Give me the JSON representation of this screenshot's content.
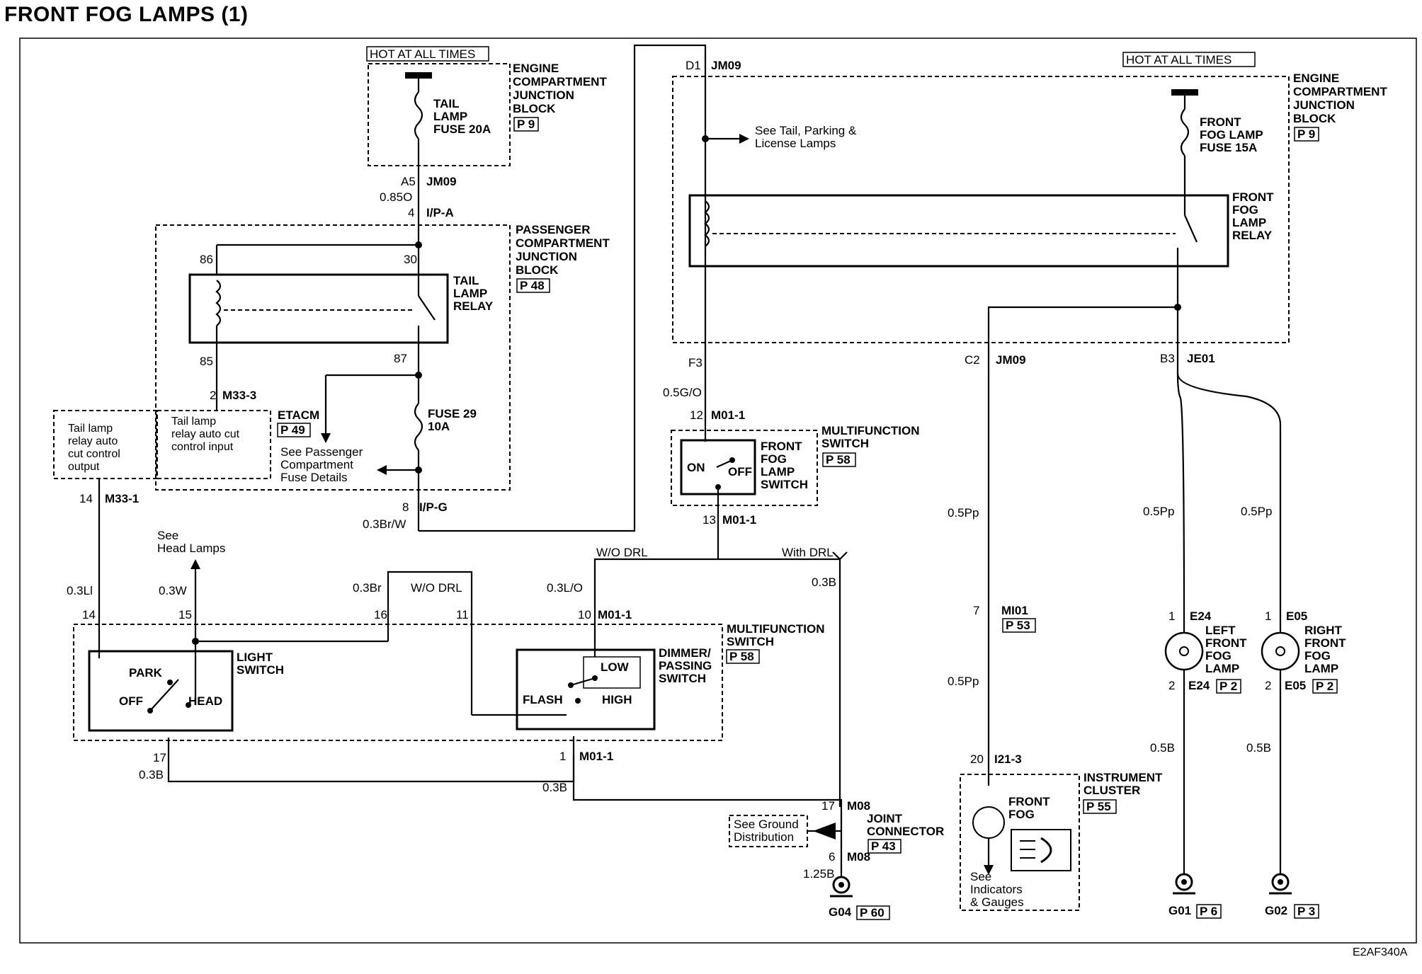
{
  "title": "FRONT FOG LAMPS (1)",
  "doc_code": "E2AF340A",
  "hot_at_all_times": "HOT AT ALL TIMES",
  "left_ecjb": {
    "label": [
      "ENGINE",
      "COMPARTMENT",
      "JUNCTION",
      "BLOCK"
    ],
    "ref": "P 9"
  },
  "tail_fuse": [
    "TAIL",
    "LAMP",
    "FUSE 20A"
  ],
  "a5": "A5",
  "jm09": "JM09",
  "w085o": "0.85O",
  "ip_a_pin": "4",
  "ip_a": "I/P-A",
  "pcjb": {
    "label": [
      "PASSENGER",
      "COMPARTMENT",
      "JUNCTION",
      "BLOCK"
    ],
    "ref": "P 48"
  },
  "tail_relay": [
    "TAIL",
    "LAMP",
    "RELAY"
  ],
  "pin86": "86",
  "pin30": "30",
  "pin85": "85",
  "pin87": "87",
  "m33_3_pin": "2",
  "m33_3": "M33-3",
  "etacm": "ETACM",
  "etacm_ref": "P 49",
  "fuse29": [
    "FUSE 29",
    "10A"
  ],
  "see_pass_fuse": [
    "See Passenger",
    "Compartment",
    "Fuse Details"
  ],
  "relay_out": [
    "Tail lamp",
    "relay auto",
    "cut control",
    "output"
  ],
  "relay_in": [
    "Tail lamp",
    "relay auto cut",
    "control input"
  ],
  "m33_1_pin": "14",
  "m33_1": "M33-1",
  "ip_g_pin": "8",
  "ip_g": "I/P-G",
  "w03brw": "0.3Br/W",
  "see_head": [
    "See",
    "Head Lamps"
  ],
  "w03li": "0.3Ll",
  "w03w": "0.3W",
  "w03br": "0.3Br",
  "wo_drl": "W/O DRL",
  "w03lo": "0.3L/O",
  "w03b": "0.3B",
  "pin14": "14",
  "pin15": "15",
  "pin16": "16",
  "pin11": "11",
  "pin10": "10",
  "m01_1": "M01-1",
  "light_switch": [
    "LIGHT",
    "SWITCH"
  ],
  "park": "PARK",
  "off": "OFF",
  "head": "HEAD",
  "mfs_lower": {
    "label": [
      "MULTIFUNCTION",
      "SWITCH"
    ],
    "ref": "P 58"
  },
  "dimmer": [
    "DIMMER/",
    "PASSING",
    "SWITCH"
  ],
  "low": "LOW",
  "flash": "FLASH",
  "high": "HIGH",
  "pin17": "17",
  "pin1": "1",
  "w03b_a": "0.3B",
  "w03b_b": "0.3B",
  "with_drl": "With DRL",
  "wo_drl_top": "W/O DRL",
  "d1": "D1",
  "jm09_top": "JM09",
  "see_tail": [
    "See Tail, Parking &",
    "License Lamps"
  ],
  "right_ecjb": {
    "label": [
      "ENGINE",
      "COMPARTMENT",
      "JUNCTION",
      "BLOCK"
    ],
    "ref": "P 9"
  },
  "fog_fuse": [
    "FRONT",
    "FOG LAMP",
    "FUSE 15A"
  ],
  "fog_relay": [
    "FRONT",
    "FOG",
    "LAMP",
    "RELAY"
  ],
  "f3": "F3",
  "w05go": "0.5G/O",
  "pin12": "12",
  "m01_1b": "M01-1",
  "fog_switch": [
    "FRONT",
    "FOG",
    "LAMP",
    "SWITCH"
  ],
  "on": "ON",
  "off2": "OFF",
  "mfs_upper": {
    "label": [
      "MULTIFUNCTION",
      "SWITCH"
    ],
    "ref": "P 58"
  },
  "pin13": "13",
  "m01_1c": "M01-1",
  "c2": "C2",
  "jm09_c2": "JM09",
  "b3": "B3",
  "je01": "JE01",
  "w05pp": "0.5Pp",
  "pin7": "7",
  "mi01": "MI01",
  "mi01_ref": "P 53",
  "pin20": "20",
  "i21_3": "I21-3",
  "cluster": {
    "label": [
      "INSTRUMENT",
      "CLUSTER"
    ],
    "ref": "P 55"
  },
  "front_fog_ind": [
    "FRONT",
    "FOG"
  ],
  "see_ind": [
    "See",
    "Indicators",
    "& Gauges"
  ],
  "e24": "E24",
  "e24_ref": "P 2",
  "e05": "E05",
  "e05_ref": "P 2",
  "left_lamp": [
    "LEFT",
    "FRONT",
    "FOG",
    "LAMP"
  ],
  "right_lamp": [
    "RIGHT",
    "FRONT",
    "FOG",
    "LAMP"
  ],
  "pin1e": "1",
  "pin2e": "2",
  "w05b": "0.5B",
  "m08": "M08",
  "pin17m": "17",
  "pin6m": "6",
  "w125b": "1.25B",
  "joint": [
    "JOINT",
    "CONNECTOR"
  ],
  "joint_ref": "P 43",
  "see_ground": [
    "See Ground",
    "Distribution"
  ],
  "g04": "G04",
  "g04_ref": "P 60",
  "g01": "G01",
  "g01_ref": "P 6",
  "g02": "G02",
  "g02_ref": "P 3"
}
